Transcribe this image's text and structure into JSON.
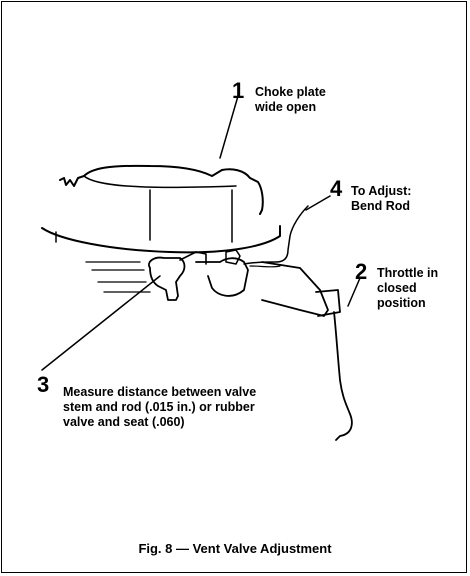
{
  "callouts": [
    {
      "number": "1",
      "lines": [
        "Choke plate",
        "wide open"
      ]
    },
    {
      "number": "2",
      "lines": [
        "Throttle in",
        "closed",
        "position"
      ]
    },
    {
      "number": "3",
      "lines": [
        "Measure distance between valve",
        "stem and rod (.015 in.) or rubber",
        "valve and seat (.060)"
      ]
    },
    {
      "number": "4",
      "lines": [
        "To Adjust:",
        "Bend Rod"
      ]
    }
  ],
  "caption": "Fig. 8 — Vent Valve Adjustment"
}
